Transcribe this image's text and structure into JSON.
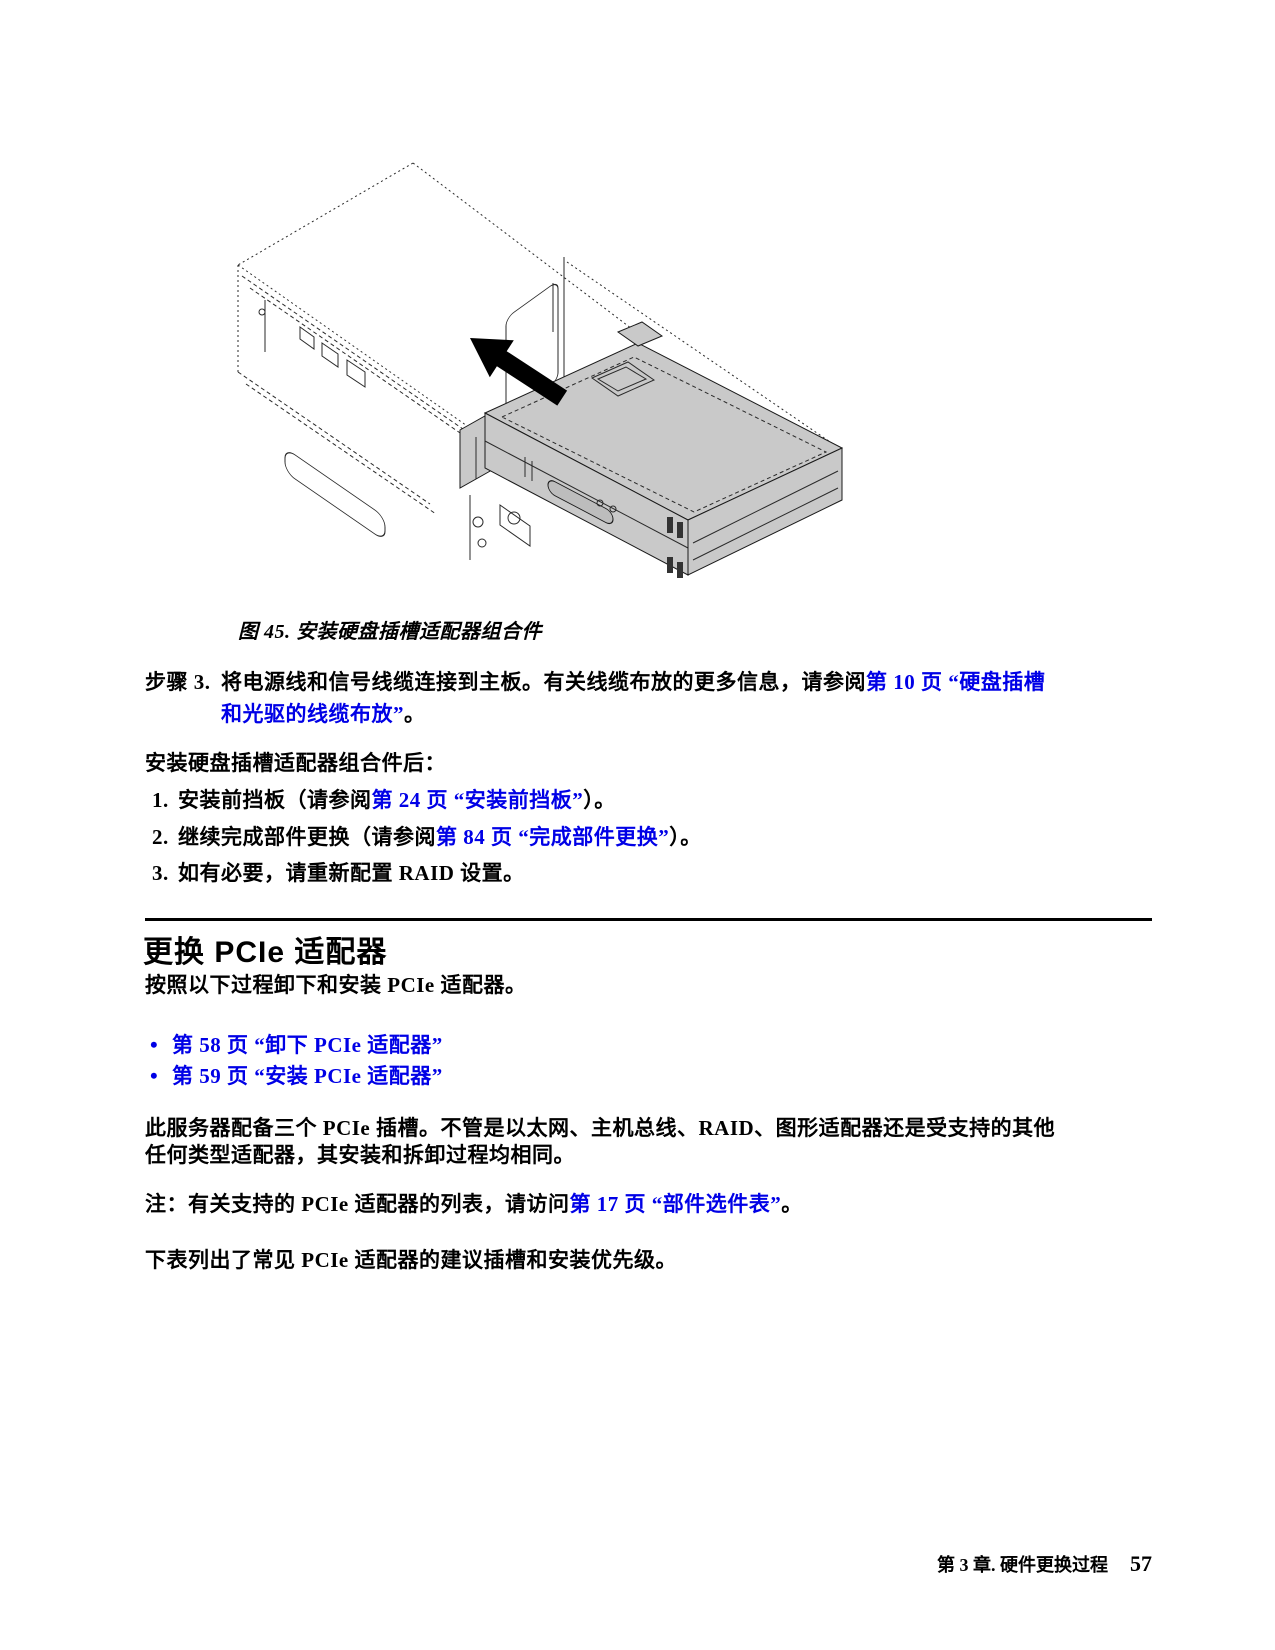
{
  "colors": {
    "link": "#0000E6",
    "text": "#000000",
    "drive_fill": "#C9C9C9"
  },
  "glyphs": {
    "bullet": "•"
  },
  "figure": {
    "caption": "图 45. 安装硬盘插槽适配器组合件"
  },
  "step3": {
    "label": "步骤 3.",
    "text": "将电源线和信号线缆连接到主板。有关线缆布放的更多信息，请参阅",
    "link_line1": "第 10 页 “硬盘插槽",
    "link_line2": "和光驱的线缆布放”",
    "period": "。"
  },
  "post_install": {
    "heading": "安装硬盘插槽适配器组合件后：",
    "items": [
      {
        "num": "1.",
        "pre": "安装前挡板（请参阅",
        "link": "第 24 页 “安装前挡板”",
        "post": "）。"
      },
      {
        "num": "2.",
        "pre": "继续完成部件更换（请参阅",
        "link": "第 84 页 “完成部件更换”",
        "post": "）。"
      },
      {
        "num": "3.",
        "pre": "如有必要，请重新配置 RAID 设置。",
        "link": "",
        "post": ""
      }
    ]
  },
  "pcie": {
    "title": "更换 PCIe 适配器",
    "intro": "按照以下过程卸下和安装 PCIe 适配器。",
    "links": [
      "第 58 页 “卸下 PCIe 适配器”",
      "第 59 页 “安装 PCIe 适配器”"
    ],
    "para_line1": "此服务器配备三个 PCIe 插槽。不管是以太网、主机总线、RAID、图形适配器还是受支持的其他",
    "para_line2": "任何类型适配器，其安装和拆卸过程均相同。",
    "note_label": "注：",
    "note_text": "有关支持的 PCIe 适配器的列表，请访问",
    "note_link": "第 17 页 “部件选件表”",
    "note_period": "。",
    "closing": "下表列出了常见 PCIe 适配器的建议插槽和安装优先级。"
  },
  "footer": {
    "chapter": "第 3 章. 硬件更换过程",
    "page": "57"
  }
}
